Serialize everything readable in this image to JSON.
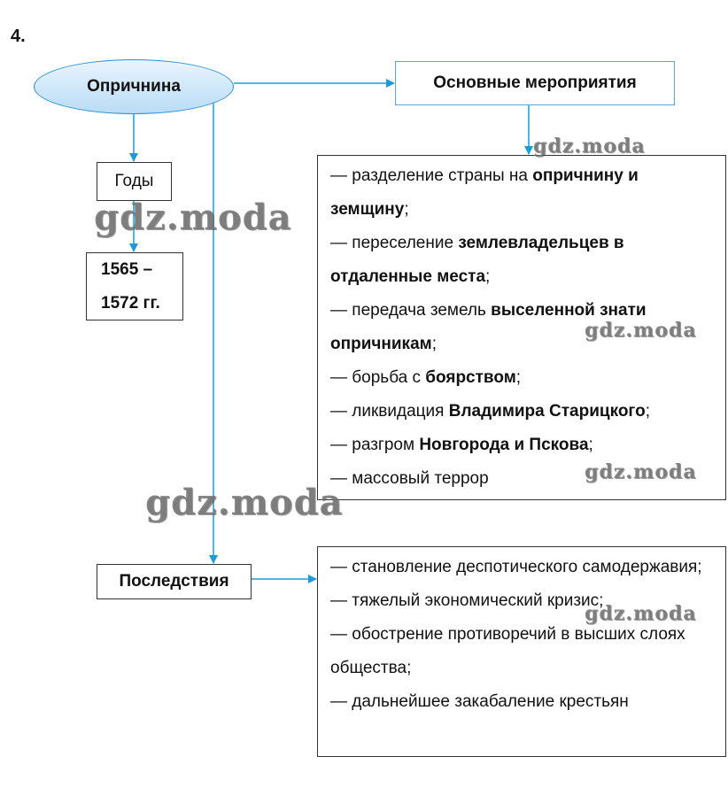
{
  "task_number": "4.",
  "root": {
    "label": "Опричнина"
  },
  "main_measures": {
    "label": "Основные мероприятия"
  },
  "years": {
    "label": "Годы",
    "line1": "1565 –",
    "line2": "1572 гг."
  },
  "consequences_title": {
    "label": "Последствия"
  },
  "measures": [
    {
      "parts": [
        {
          "t": "— разделение страны на "
        },
        {
          "t": "опричнину и земщину",
          "b": true
        },
        {
          "t": ";"
        }
      ]
    },
    {
      "parts": [
        {
          "t": "— переселение "
        },
        {
          "t": "землевладельцев в отдаленные места",
          "b": true
        },
        {
          "t": ";"
        }
      ]
    },
    {
      "parts": [
        {
          "t": "— передача земель "
        },
        {
          "t": "выселенной знати опричникам",
          "b": true
        },
        {
          "t": ";"
        }
      ]
    },
    {
      "parts": [
        {
          "t": "— борьба с "
        },
        {
          "t": "боярством",
          "b": true
        },
        {
          "t": ";"
        }
      ]
    },
    {
      "parts": [
        {
          "t": "— ликвидация "
        },
        {
          "t": "Владимира Старицкого",
          "b": true
        },
        {
          "t": ";"
        }
      ]
    },
    {
      "parts": [
        {
          "t": "— разгром "
        },
        {
          "t": "Новгорода и Пскова",
          "b": true
        },
        {
          "t": ";"
        }
      ]
    },
    {
      "parts": [
        {
          "t": "— массовый террор"
        }
      ]
    }
  ],
  "consequences": [
    "— становление деспотического самодержавия;",
    "— тяжелый экономический кризис;",
    "— обострение противоречий в высших слоях общества;",
    "— дальнейшее закабаление крестьян"
  ],
  "watermark": "gdz.moda",
  "colors": {
    "arrow": "#1e9bd7",
    "ellipse_border": "#2b8fd6",
    "box_border": "#333333"
  }
}
